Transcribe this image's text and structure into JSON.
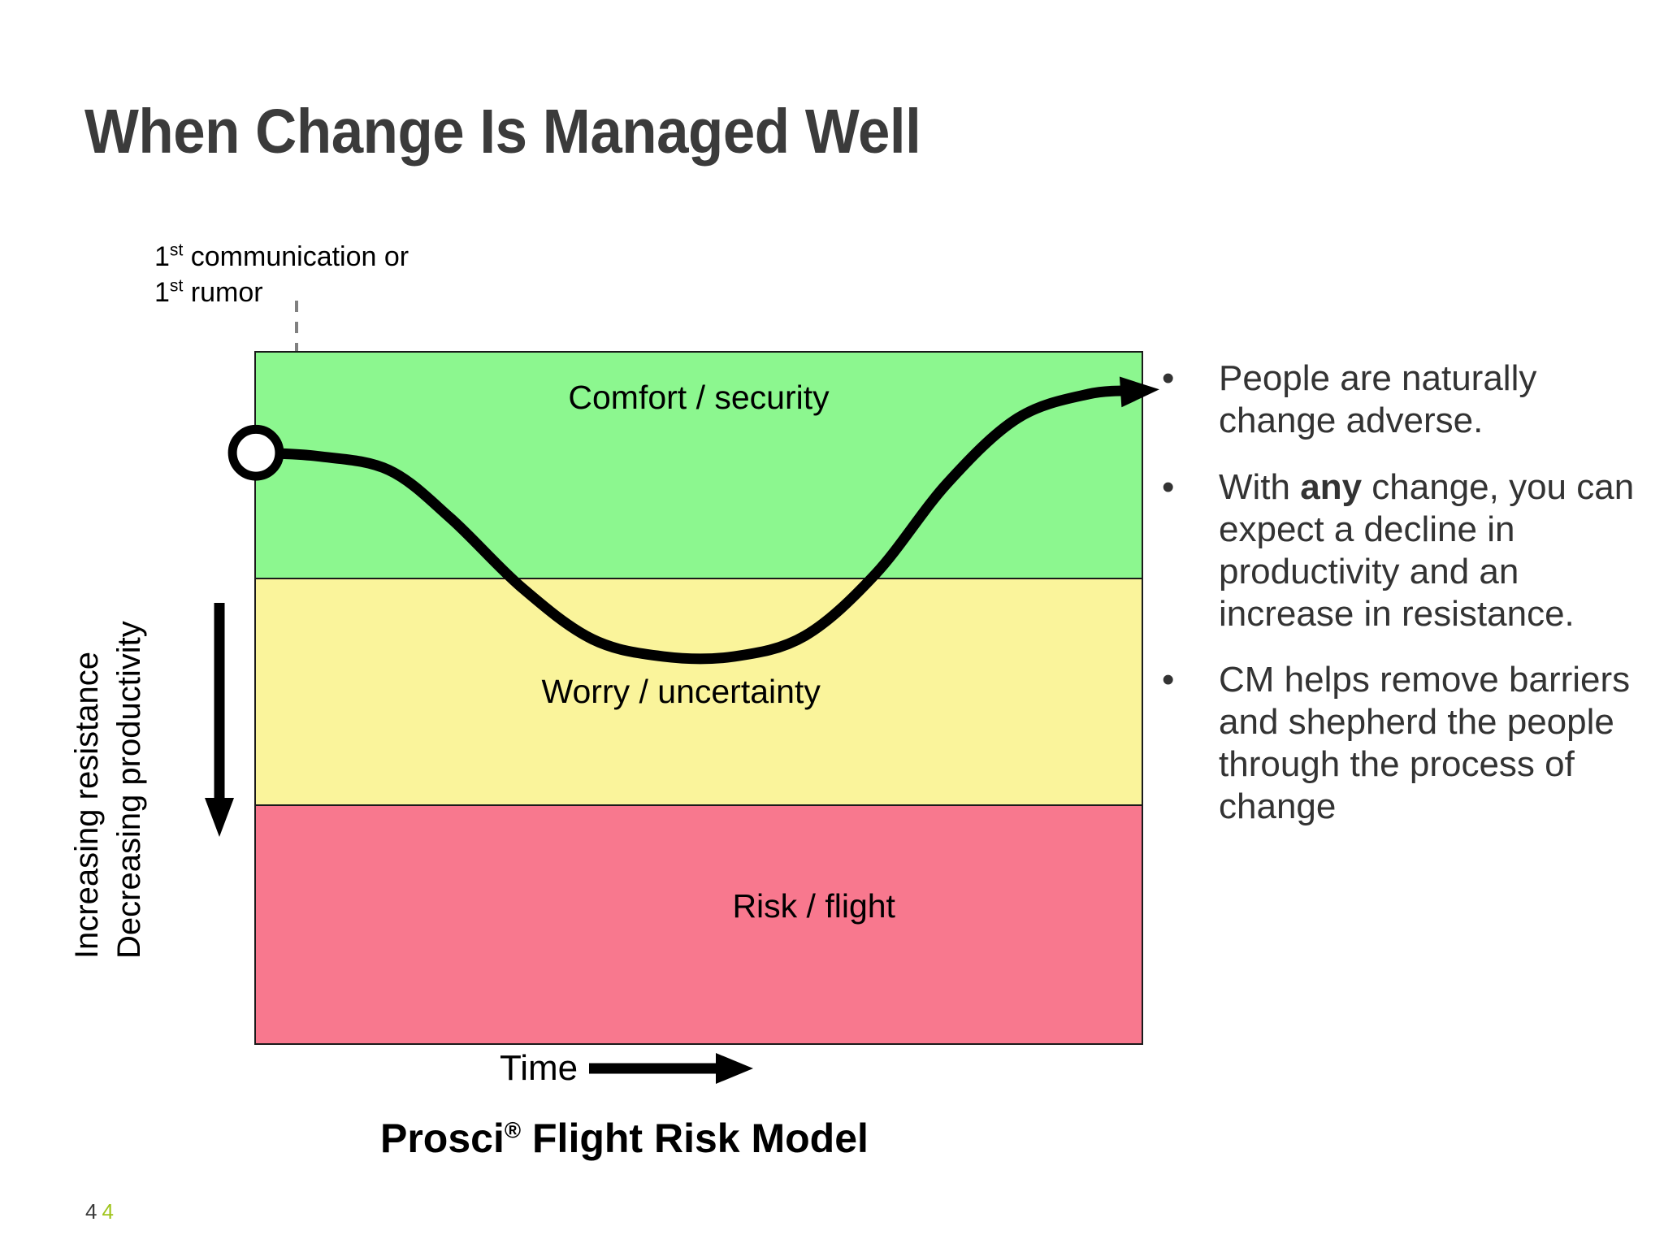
{
  "slide": {
    "title": "When Change Is Managed Well",
    "background": "#ffffff"
  },
  "callout": {
    "line1_prefix": "1",
    "line1_sup": "st",
    "line1_rest": " communication or",
    "line2_prefix": "1",
    "line2_sup": "st",
    "line2_rest": " rumor",
    "pointer_icon": "dashed-down-arrow-icon",
    "pointer_color": "#808080"
  },
  "chart_data": {
    "type": "line",
    "title": "Prosci® Flight Risk Model",
    "xlabel": "Time",
    "ylabel": "Increasing resistance / Decreasing productivity",
    "grid": false,
    "legend": "none",
    "bands": [
      {
        "name": "comfort",
        "label": "Comfort / security",
        "color": "#8CF78F",
        "from": 1.0,
        "to": 0.67
      },
      {
        "name": "worry",
        "label": "Worry / uncertainty",
        "color": "#FAF49B",
        "from": 0.67,
        "to": 0.34
      },
      {
        "name": "risk",
        "label": "Risk / flight",
        "color": "#F8788E",
        "from": 0.34,
        "to": 0.0
      }
    ],
    "x": [
      0.0,
      0.07,
      0.15,
      0.22,
      0.3,
      0.38,
      0.46,
      0.54,
      0.62,
      0.7,
      0.78,
      0.86,
      0.94,
      1.0
    ],
    "y": [
      0.855,
      0.85,
      0.83,
      0.76,
      0.66,
      0.585,
      0.56,
      0.56,
      0.59,
      0.68,
      0.81,
      0.905,
      0.94,
      0.945
    ],
    "start_marker": {
      "name": "start-point",
      "x": 0.0,
      "y": 0.855,
      "fill": "#ffffff",
      "stroke": "#000000",
      "meaning": "1st communication or 1st rumor"
    },
    "end_marker": {
      "name": "arrowhead",
      "x": 1.0,
      "y": 0.945
    },
    "series_color": "#000000",
    "ylim": [
      0,
      1
    ],
    "xlim": [
      0,
      1
    ],
    "annotations": [
      {
        "text": "Comfort / security",
        "at": [
          0.5,
          0.88
        ]
      },
      {
        "text": "Worry / uncertainty",
        "at": [
          0.48,
          0.52
        ]
      },
      {
        "text": "Risk / flight",
        "at": [
          0.63,
          0.21
        ]
      }
    ]
  },
  "axes": {
    "y_line1": "Increasing resistance",
    "y_line2": "Decreasing productivity",
    "y_arrow_icon": "down-arrow-icon",
    "x_label": "Time",
    "x_arrow_icon": "right-arrow-icon"
  },
  "caption": {
    "brand": "Prosci",
    "registered": "®",
    "rest": " Flight Risk Model"
  },
  "bullets": {
    "marker": "•",
    "items": [
      {
        "pre": "People are naturally change adverse.",
        "bold": "",
        "post": ""
      },
      {
        "pre": "With ",
        "bold": "any",
        "post": " change, you can expect a decline in productivity and an increase in resistance."
      },
      {
        "pre": "CM helps remove barriers and shepherd the people through the process of change",
        "bold": "",
        "post": ""
      }
    ]
  },
  "footer": {
    "page_number": "4",
    "page_number_accent": "4",
    "accent_color": "#9FC41B"
  }
}
